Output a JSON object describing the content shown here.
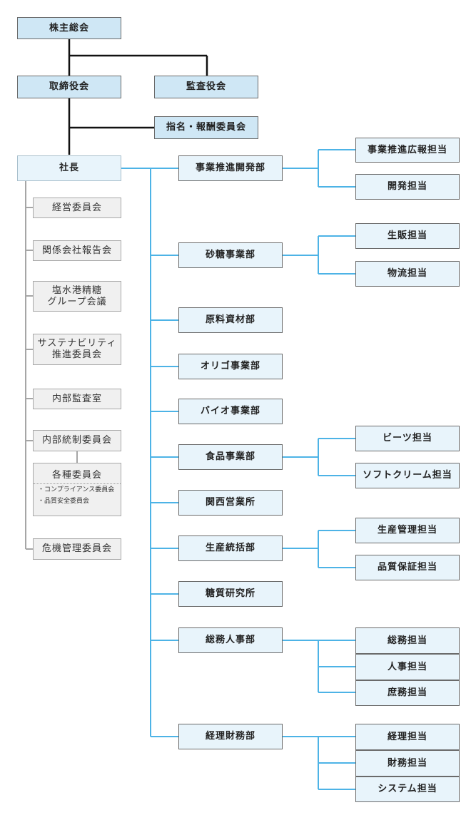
{
  "governance": {
    "shareholders_meeting": "株主総会",
    "board_of_directors": "取締役会",
    "audit_board": "監査役会",
    "nomination_committee": "指名・報酬委員会"
  },
  "president": "社長",
  "staff_units": {
    "management_committee": "経営委員会",
    "affiliates_report": "関係会社報告会",
    "group_meeting_line1": "塩水港精糖",
    "group_meeting_line2": "グループ会議",
    "sustainability_line1": "サステナビリティ",
    "sustainability_line2": "推進委員会",
    "internal_audit": "内部監査室",
    "internal_control": "内部統制委員会",
    "committees_title": "各種委員会",
    "committees_items": [
      "・コンプライアンス委員会",
      "・品質安全委員会"
    ],
    "crisis_committee": "危機管理委員会"
  },
  "departments": [
    {
      "name": "事業推進開発部",
      "sections": [
        "事業推進広報担当",
        "開発担当"
      ]
    },
    {
      "name": "砂糖事業部",
      "sections": [
        "生販担当",
        "物流担当"
      ]
    },
    {
      "name": "原料資材部",
      "sections": []
    },
    {
      "name": "オリゴ事業部",
      "sections": []
    },
    {
      "name": "バイオ事業部",
      "sections": []
    },
    {
      "name": "食品事業部",
      "sections": [
        "ビーツ担当",
        "ソフトクリーム担当"
      ]
    },
    {
      "name": "関西営業所",
      "sections": []
    },
    {
      "name": "生産統括部",
      "sections": [
        "生産管理担当",
        "品質保証担当"
      ]
    },
    {
      "name": "糖質研究所",
      "sections": []
    },
    {
      "name": "総務人事部",
      "sections": [
        "総務担当",
        "人事担当",
        "庶務担当"
      ]
    },
    {
      "name": "経理財務部",
      "sections": [
        "経理担当",
        "財務担当",
        "システム担当"
      ]
    }
  ],
  "colors": {
    "blue_line": "#4db3e6",
    "black_line": "#111111",
    "gray_line": "#a6a6a6"
  }
}
